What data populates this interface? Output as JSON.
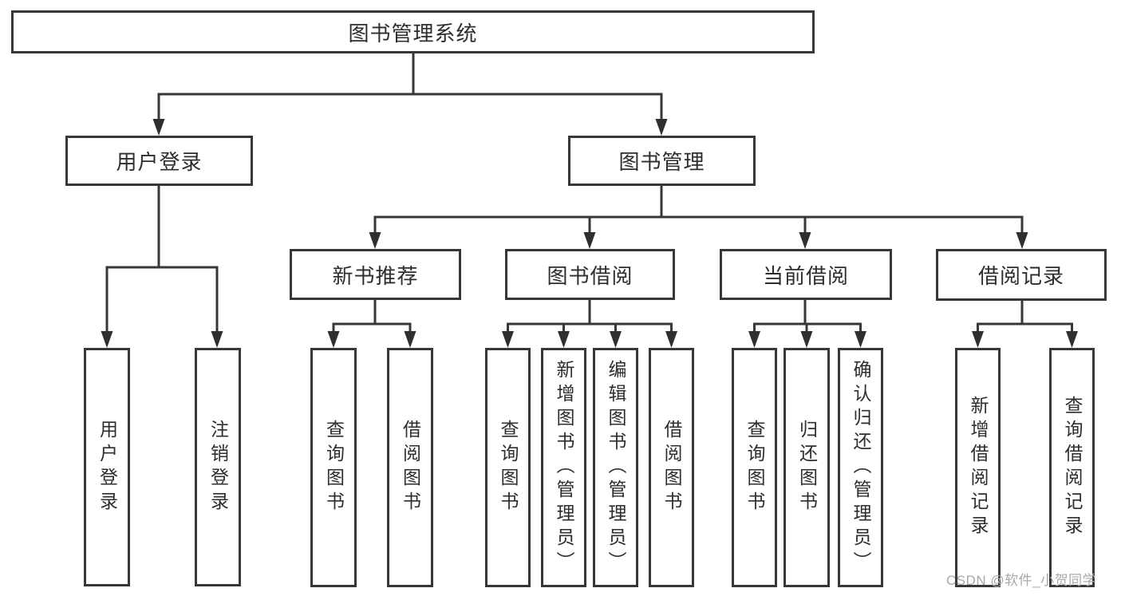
{
  "diagram": {
    "type": "hierarchy-tree",
    "colors": {
      "line": "#373737",
      "box_border": "#373737",
      "text": "#2d2d2d",
      "background": "#ffffff",
      "watermark": "#a8a8a8"
    },
    "tree": {
      "root": {
        "label": "图书管理系统"
      },
      "branches": [
        {
          "label": "用户登录",
          "children": [
            {
              "label": "用户登录"
            },
            {
              "label": "注销登录"
            }
          ]
        },
        {
          "label": "图书管理",
          "children": [
            {
              "label": "新书推荐",
              "children": [
                {
                  "label": "查询图书"
                },
                {
                  "label": "借阅图书"
                }
              ]
            },
            {
              "label": "图书借阅",
              "children": [
                {
                  "label": "查询图书"
                },
                {
                  "label": "新增图书（管理员）"
                },
                {
                  "label": "编辑图书（管理员）"
                },
                {
                  "label": "借阅图书"
                }
              ]
            },
            {
              "label": "当前借阅",
              "children": [
                {
                  "label": "查询图书"
                },
                {
                  "label": "归还图书"
                },
                {
                  "label": "确认归还（管理员）"
                }
              ]
            },
            {
              "label": "借阅记录",
              "children": [
                {
                  "label": "新增借阅记录"
                },
                {
                  "label": "查询借阅记录"
                }
              ]
            }
          ]
        }
      ]
    },
    "watermark": {
      "text": "CSDN @软件_小贺同学"
    }
  }
}
